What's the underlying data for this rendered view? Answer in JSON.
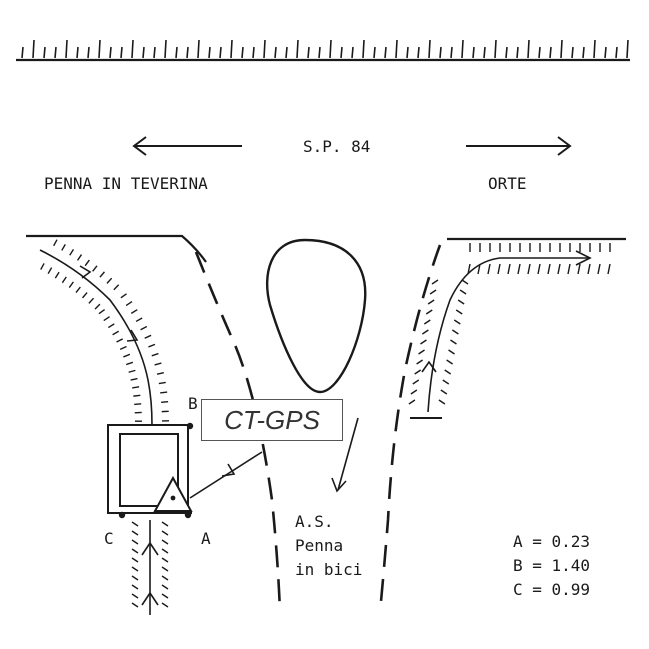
{
  "road": {
    "name": "S.P. 84"
  },
  "directions": {
    "left": "PENNA IN TEVERINA",
    "right": "ORTE"
  },
  "points": {
    "a": "A",
    "b": "B",
    "c": "C"
  },
  "station": {
    "label": "CT-GPS"
  },
  "area": {
    "line1": "A.S.",
    "line2": "Penna",
    "line3": "in bici"
  },
  "legend": [
    {
      "label": "A = 0.23"
    },
    {
      "label": "B = 1.40"
    },
    {
      "label": "C = 0.99"
    }
  ],
  "colors": {
    "ink": "#1a1a1a",
    "box_border": "#555555",
    "box_text": "#333333"
  }
}
